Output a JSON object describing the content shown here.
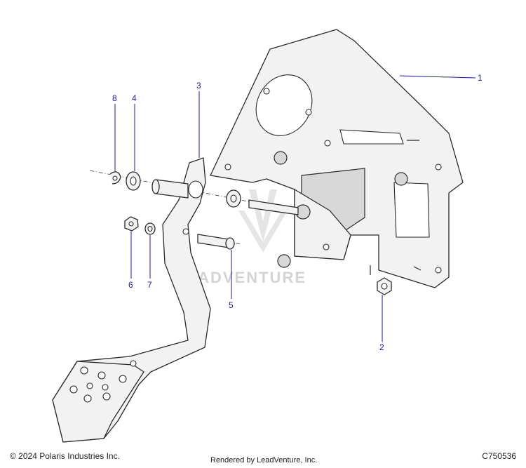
{
  "callouts": [
    {
      "label": "1"
    },
    {
      "label": "2"
    },
    {
      "label": "3"
    },
    {
      "label": "4"
    },
    {
      "label": "5"
    },
    {
      "label": "6"
    },
    {
      "label": "7"
    },
    {
      "label": "8"
    }
  ],
  "watermark": {
    "text": "LEADVENTURE"
  },
  "footer": {
    "copyright": "© 2024 Polaris Industries Inc.",
    "rendered_by": "Rendered by LeadVenture, Inc.",
    "doc_id": "C750536"
  },
  "colors": {
    "callout": "#1a1aa6",
    "line": "#2a2a2a"
  }
}
